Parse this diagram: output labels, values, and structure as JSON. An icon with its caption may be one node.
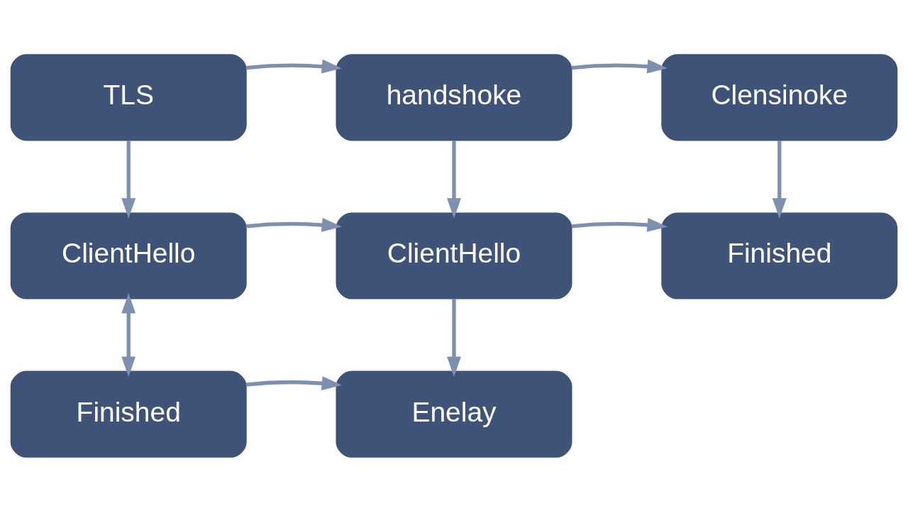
{
  "diagram": {
    "nodes": [
      {
        "text": [
          "TLS"
        ]
      },
      {
        "text": [
          "handshoke"
        ]
      },
      {
        "text": [
          "Clensinoke"
        ]
      },
      {
        "text": [
          "ClientHello"
        ]
      },
      {
        "text": [
          "ClientHello"
        ]
      },
      {
        "text": [
          "Finished"
        ]
      },
      {
        "text": [
          "Finished"
        ]
      },
      {
        "text": [
          "Enelay"
        ]
      }
    ],
    "edges": [
      {
        "from": 0,
        "to": 1,
        "arrow": "to"
      },
      {
        "from": 1,
        "to": 2,
        "arrow": "to"
      },
      {
        "from": 0,
        "to": 3,
        "arrow": "to"
      },
      {
        "from": 1,
        "to": 4,
        "arrow": "to"
      },
      {
        "from": 2,
        "to": 5,
        "arrow": "to"
      },
      {
        "from": 3,
        "to": 4,
        "arrow": "to"
      },
      {
        "from": 4,
        "to": 5,
        "arrow": "to"
      },
      {
        "from": 3,
        "to": 6,
        "arrow": "both"
      },
      {
        "from": 4,
        "to": 7,
        "arrow": "to"
      },
      {
        "from": 6,
        "to": 7,
        "arrow": "to"
      }
    ]
  }
}
